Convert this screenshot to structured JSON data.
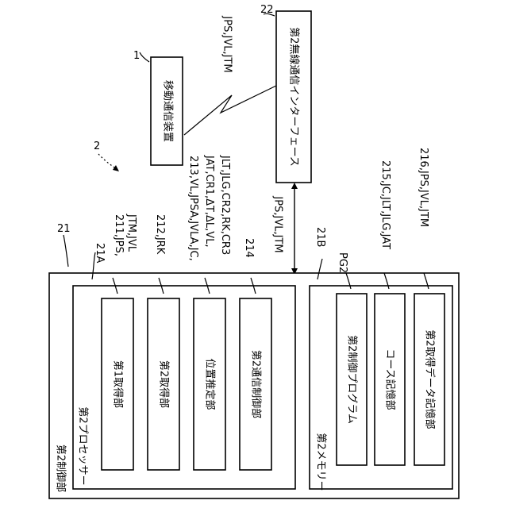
{
  "device": {
    "ref": "1",
    "label": "移動通信装置"
  },
  "interface": {
    "ref": "22",
    "label": "第2無線通信インターフェース"
  },
  "system": {
    "ref": "2"
  },
  "wireless_signals": "JPS,JVL,JTM",
  "link_signals": "JPS,JVL,JTM",
  "controller": {
    "ref": "21",
    "label": "第2制御部",
    "processor": {
      "ref": "21A",
      "label": "第2プロセッサー",
      "units": [
        {
          "ref": "211",
          "signals_line1": "211,JPS,",
          "signals_line2": "JTM,JVL",
          "label": "第1取得部"
        },
        {
          "ref": "212",
          "signals_line1": "212,JRK",
          "signals_line2": "",
          "label": "第2取得部"
        },
        {
          "ref": "213",
          "signals_line1": "213,VL,JPSA,JVLA,JC,",
          "signals_line2": "JAT,CR1,ΔT,ΔL,VL,",
          "signals_line3": "JLT,JLG,CR2,RK,CR3",
          "label": "位置推定部"
        },
        {
          "ref": "214",
          "signals_line1": "214",
          "signals_line2": "",
          "label": "第2通信制御部"
        }
      ]
    },
    "memory": {
      "ref": "21B",
      "label": "第2メモリー",
      "units": [
        {
          "signals": "PG2",
          "label": "第2制御プログラム"
        },
        {
          "signals": "215,JC,JLT,JLG,JAT",
          "label": "コース記憶部"
        },
        {
          "signals": "216,JPS,JVL,JTM",
          "label": "第2取得データ記憶部"
        }
      ]
    }
  }
}
